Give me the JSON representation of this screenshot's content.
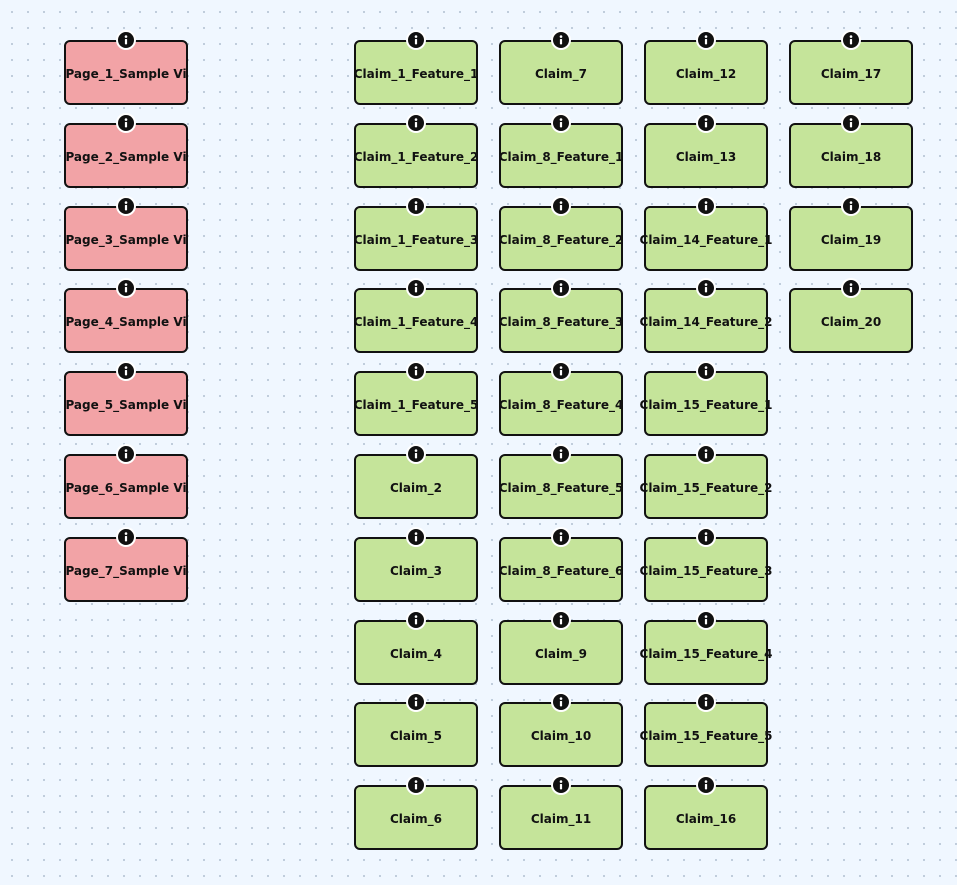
{
  "colors": {
    "canvas_background": "#f0f7ff",
    "page_node_fill": "#f2a3a6",
    "claim_node_fill": "#c5e49a",
    "node_border": "#111111"
  },
  "icon": "info-icon",
  "columns": [
    {
      "type": "page",
      "nodes": [
        "Page_1_Sample Vi",
        "Page_2_Sample Vi",
        "Page_3_Sample Vi",
        "Page_4_Sample Vi",
        "Page_5_Sample Vi",
        "Page_6_Sample Vi",
        "Page_7_Sample Vi"
      ]
    },
    {
      "type": "claim",
      "nodes": [
        "Claim_1_Feature_1",
        "Claim_1_Feature_2",
        "Claim_1_Feature_3",
        "Claim_1_Feature_4",
        "Claim_1_Feature_5",
        "Claim_2",
        "Claim_3",
        "Claim_4",
        "Claim_5",
        "Claim_6"
      ]
    },
    {
      "type": "claim",
      "nodes": [
        "Claim_7",
        "Claim_8_Feature_1",
        "Claim_8_Feature_2",
        "Claim_8_Feature_3",
        "Claim_8_Feature_4",
        "Claim_8_Feature_5",
        "Claim_8_Feature_6",
        "Claim_9",
        "Claim_10",
        "Claim_11"
      ]
    },
    {
      "type": "claim",
      "nodes": [
        "Claim_12",
        "Claim_13",
        "Claim_14_Feature_1",
        "Claim_14_Feature_2",
        "Claim_15_Feature_1",
        "Claim_15_Feature_2",
        "Claim_15_Feature_3",
        "Claim_15_Feature_4",
        "Claim_15_Feature_5",
        "Claim_16"
      ]
    },
    {
      "type": "claim",
      "nodes": [
        "Claim_17",
        "Claim_18",
        "Claim_19",
        "Claim_20"
      ]
    }
  ]
}
